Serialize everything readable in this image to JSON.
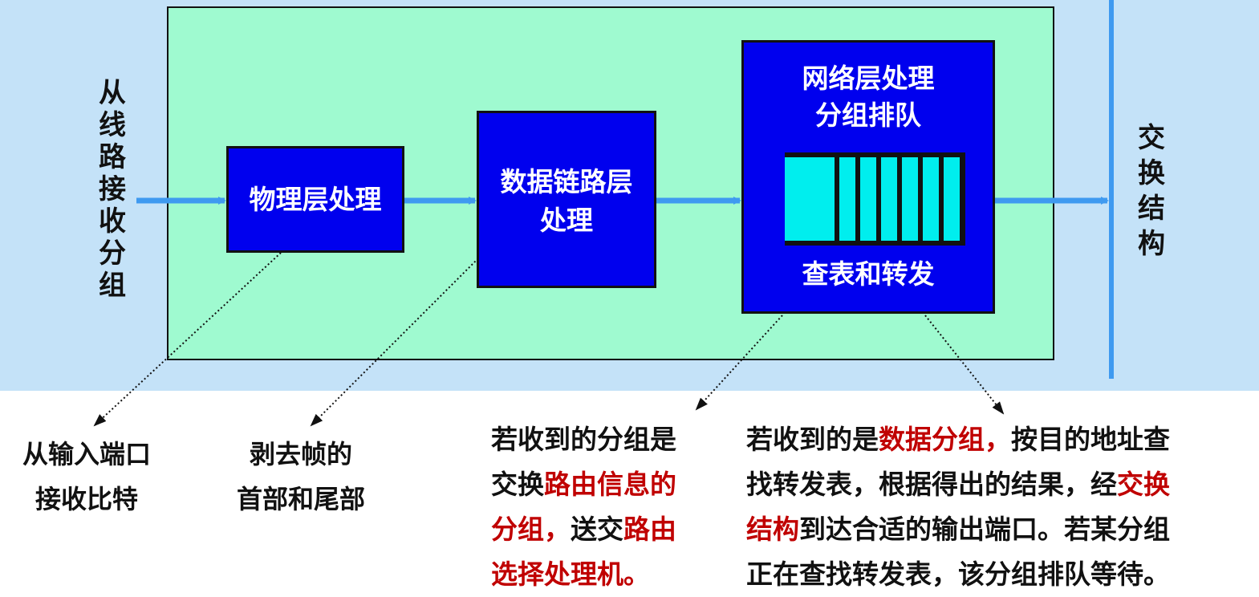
{
  "left_label": "从线路接收分组",
  "right_label": "交换结构",
  "boxes": {
    "physical": "物理层处理",
    "datalink": [
      "数据链路层",
      "处理"
    ],
    "network": [
      "网络层处理",
      "分组排队"
    ],
    "lookup": "查表和转发"
  },
  "queue_cells": 7,
  "annotations": {
    "input_port": [
      "从输入端口",
      "接收比特"
    ],
    "strip": [
      "剥去帧的",
      "首部和尾部"
    ],
    "routing": [
      [
        {
          "t": "若收到的分组是",
          "red": false
        }
      ],
      [
        {
          "t": "交换",
          "red": false
        },
        {
          "t": "路由信息的",
          "red": true
        }
      ],
      [
        {
          "t": "分组，",
          "red": true
        },
        {
          "t": "送交",
          "red": false
        },
        {
          "t": "路由",
          "red": true
        }
      ],
      [
        {
          "t": "选择处理机。",
          "red": true
        }
      ]
    ],
    "data": [
      [
        {
          "t": "若收到的是",
          "red": false
        },
        {
          "t": "数据分组，",
          "red": true
        },
        {
          "t": "按目的地址查",
          "red": false
        }
      ],
      [
        {
          "t": "找转发表，根据得出的结果，经",
          "red": false
        },
        {
          "t": "交换",
          "red": true
        }
      ],
      [
        {
          "t": "结构",
          "red": true
        },
        {
          "t": "到达合适的输出端口。若某分组",
          "red": false
        }
      ],
      [
        {
          "t": "正在查找转发表，该分组排队等待。",
          "red": false
        }
      ]
    ]
  },
  "colors": {
    "band": "#c4e2f8",
    "green": "#9ffad0",
    "box": "#0000ee",
    "queue": "#00eeee",
    "arrow": "#3f9af0",
    "red": "#c00000"
  }
}
